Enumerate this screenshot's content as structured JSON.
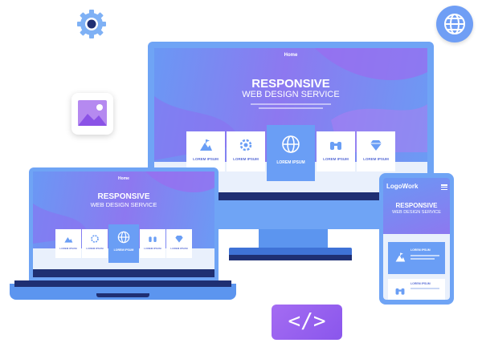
{
  "desktop": {
    "nav": "Home",
    "headline": "RESPONSIVE",
    "subheadline": "WEB DESIGN SERVICE",
    "card_label": "LOREM IPSUM",
    "card_icons": [
      "mountain-icon",
      "gear-icon",
      "globe-icon",
      "binoculars-icon",
      "diamond-icon"
    ]
  },
  "laptop": {
    "nav": "Home",
    "headline": "RESPONSIVE",
    "subheadline": "WEB DESIGN SERVICE",
    "card_label": "LOREM IPSUM",
    "card_icons": [
      "mountain-icon",
      "gear-icon",
      "globe-icon",
      "binoculars-icon",
      "diamond-icon"
    ]
  },
  "phone": {
    "logo": "LogoWork",
    "headline": "RESPONSIVE",
    "subheadline": "WEB DESIGN SERVICE",
    "card_label": "LOREM IPSUM"
  },
  "floating_icons": [
    "settings-icon",
    "globe-icon",
    "image-icon",
    "code-icon"
  ],
  "code_symbol": "</>",
  "colors": {
    "blue": "#6aa1f7",
    "purple": "#9a5cf0",
    "dark": "#1f2f73",
    "stand": "#5c95ef"
  }
}
